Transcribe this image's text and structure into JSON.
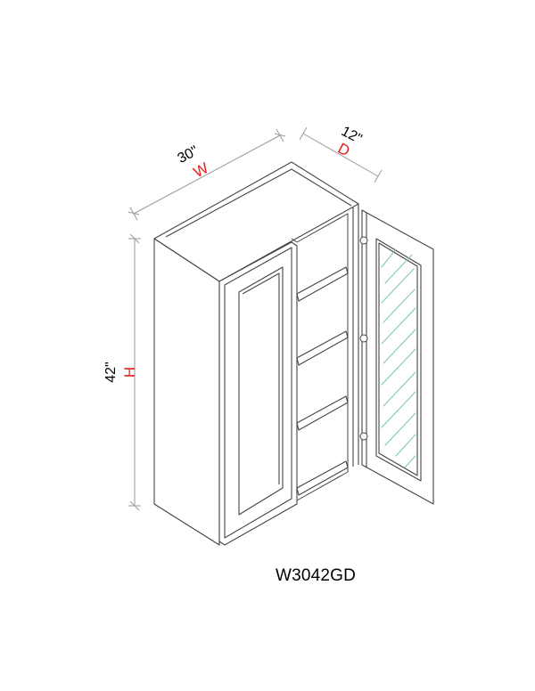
{
  "dimensions": {
    "width": {
      "value": "30\"",
      "letter": "W"
    },
    "depth": {
      "value": "12\"",
      "letter": "D"
    },
    "height": {
      "value": "42\"",
      "letter": "H"
    }
  },
  "model_code": "W3042GD",
  "colors": {
    "line": "#444444",
    "dimension_line": "#9a9a9a",
    "letter": "#e8201c",
    "glass_hatch": "#7fc8c0"
  }
}
